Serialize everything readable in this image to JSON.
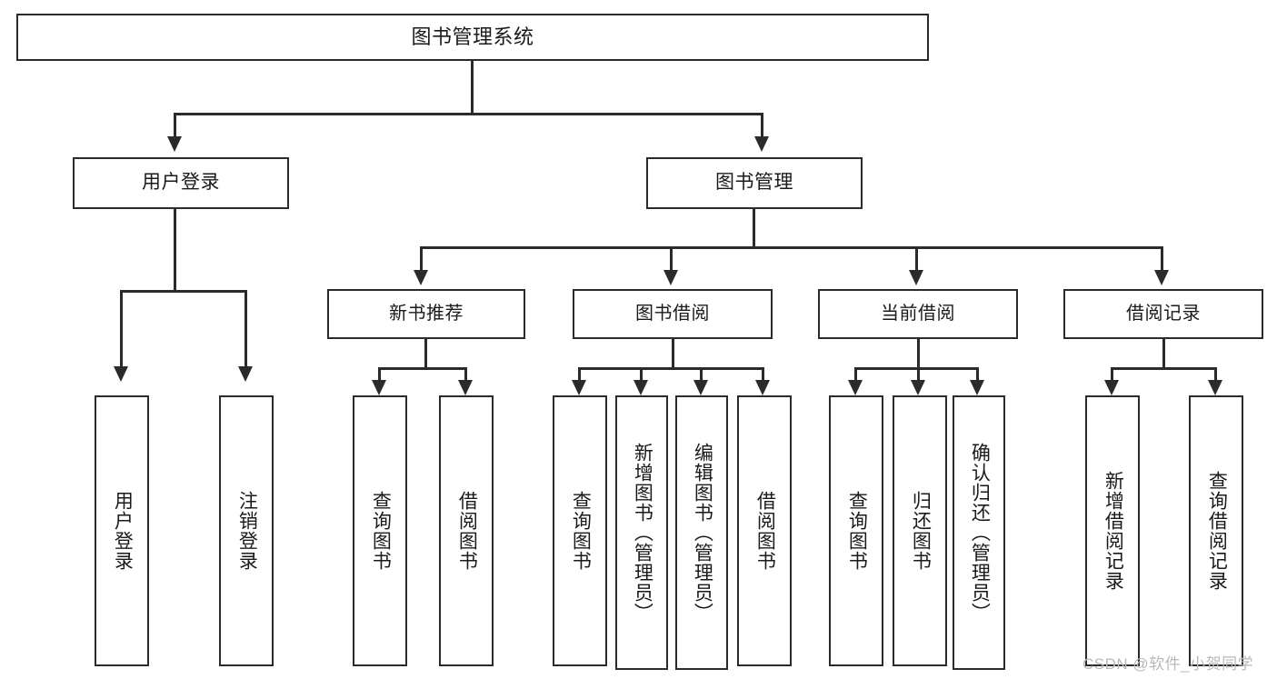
{
  "diagram": {
    "type": "tree-hierarchy-chart",
    "title": "图书管理系统",
    "orientation": "top-down",
    "colors": {
      "box_border": "#2b2b2b",
      "box_fill": "#ffffff",
      "connector": "#2b2b2b",
      "text": "#1a1a1a",
      "watermark": "#b9b9b9"
    },
    "root": {
      "label": "图书管理系统"
    },
    "level1": [
      {
        "label": "用户登录"
      },
      {
        "label": "图书管理"
      }
    ],
    "level2": [
      {
        "label": "新书推荐"
      },
      {
        "label": "图书借阅"
      },
      {
        "label": "当前借阅"
      },
      {
        "label": "借阅记录"
      }
    ],
    "leaves": {
      "user_login": [
        {
          "label": "用户登录"
        },
        {
          "label": "注销登录"
        }
      ],
      "new_book_recommend": [
        {
          "label": "查询图书"
        },
        {
          "label": "借阅图书"
        }
      ],
      "book_borrow": [
        {
          "label": "查询图书"
        },
        {
          "label": "新增图书（管理员）"
        },
        {
          "label": "编辑图书（管理员）"
        },
        {
          "label": "借阅图书"
        }
      ],
      "current_borrow": [
        {
          "label": "查询图书"
        },
        {
          "label": "归还图书"
        },
        {
          "label": "确认归还（管理员）"
        }
      ],
      "borrow_record": [
        {
          "label": "新增借阅记录"
        },
        {
          "label": "查询借阅记录"
        }
      ]
    }
  },
  "watermark": {
    "text": "CSDN @软件_小贺同学"
  }
}
